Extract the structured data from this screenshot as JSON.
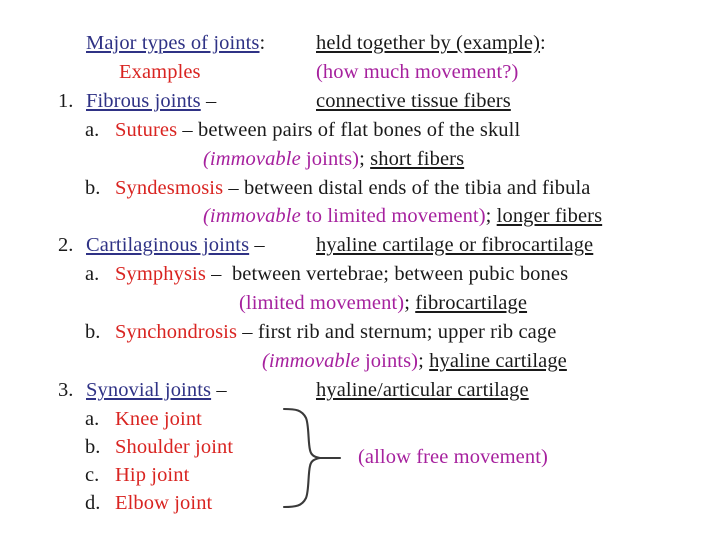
{
  "slide": {
    "title_row": {
      "left_label": "Major types of joints",
      "left_colon": ":",
      "right_label": "held together by (example)",
      "right_colon": ":"
    },
    "subtitle_row": {
      "left_label": "Examples",
      "right_label": "(how much movement?)"
    },
    "colors": {
      "navy": "#2f3285",
      "red": "#d92421",
      "magenta": "#a6219e",
      "black": "#1a1a1a",
      "background": "#ffffff"
    },
    "items": [
      {
        "marker": "1.",
        "term": "Fibrous joints",
        "dash": " –",
        "right": "connective tissue fibers",
        "subitems": [
          {
            "marker": "a.",
            "term": "Sutures",
            "dash": " – ",
            "description": "between pairs of flat bones of the skull",
            "note_italic": "(immovable",
            "note_rest": " joints)",
            "note_semicolon": "; ",
            "note_underlined": "short fibers"
          },
          {
            "marker": "b.",
            "term": "Syndesmosis",
            "dash": " – ",
            "description": "between distal ends of the tibia and fibula",
            "note_italic": "(immovable",
            "note_rest": " to limited movement)",
            "note_semicolon": "; ",
            "note_underlined": "longer fibers"
          }
        ]
      },
      {
        "marker": "2.",
        "term": "Cartilaginous joints",
        "dash": " –",
        "right": "hyaline cartilage or fibrocartilage",
        "subitems": [
          {
            "marker": "a.",
            "term": "Symphysis",
            "dash": " –  ",
            "description": "between vertebrae; between pubic bones",
            "note_italic": "",
            "note_rest": "(limited movement)",
            "note_semicolon": "; ",
            "note_underlined": "fibrocartilage"
          },
          {
            "marker": "b.",
            "term": "Synchondrosis",
            "dash": " – ",
            "description": "first rib and sternum; upper rib cage",
            "note_italic": "(immovable",
            "note_rest": " joints)",
            "note_semicolon": "; ",
            "note_underlined": "hyaline cartilage"
          }
        ]
      },
      {
        "marker": "3.",
        "term": "Synovial joints",
        "dash": " –",
        "right": "hyaline/articular cartilage",
        "examples": [
          {
            "marker": "a.",
            "label": "Knee joint"
          },
          {
            "marker": "b.",
            "label": "Shoulder joint"
          },
          {
            "marker": "c.",
            "label": "Hip joint"
          },
          {
            "marker": "d.",
            "label": "Elbow joint"
          }
        ],
        "brace_note": "(allow free movement)"
      }
    ]
  }
}
